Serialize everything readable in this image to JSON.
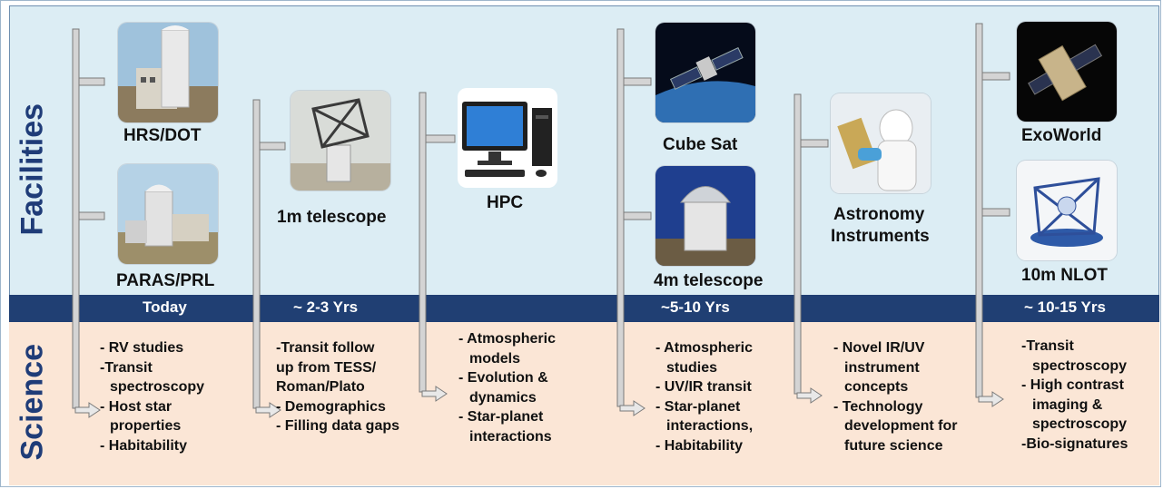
{
  "side_labels": {
    "facilities": "Facilities",
    "science": "Science"
  },
  "timeline": [
    "Today",
    "~ 2-3 Yrs",
    "~5-10 Yrs",
    "~ 10-15 Yrs"
  ],
  "facilities": {
    "hrs_dot": "HRS/DOT",
    "paras_prl": "PARAS/PRL",
    "one_m": "1m telescope",
    "hpc": "HPC",
    "cube_sat": "Cube Sat",
    "four_m": "4m telescope",
    "astro_instr": [
      "Astronomy",
      "Instruments"
    ],
    "exoworld": "ExoWorld",
    "nlot": "10m NLOT"
  },
  "science": {
    "col1": [
      "- RV studies",
      "-Transit",
      "  spectroscopy",
      "- Host star",
      "  properties",
      "- Habitability"
    ],
    "col2": [
      "-Transit  follow",
      "up from TESS/",
      "Roman/Plato",
      "- Demographics",
      "- Filling data gaps"
    ],
    "col3": [
      "- Atmospheric",
      "  models",
      "- Evolution &",
      "  dynamics",
      "- Star-planet",
      "  interactions"
    ],
    "col4": [
      "- Atmospheric",
      "  studies",
      "- UV/IR transit",
      "- Star-planet",
      "  interactions,",
      "- Habitability"
    ],
    "col5": [
      "- Novel  IR/UV",
      "  instrument",
      "  concepts",
      "- Technology",
      "  development for",
      "  future science"
    ],
    "col6": [
      "-Transit",
      "  spectroscopy",
      "- High contrast",
      "  imaging &",
      "  spectroscopy",
      "-Bio-signatures"
    ]
  },
  "colors": {
    "navy_band": "#203f73",
    "label_blue": "#1f3c78",
    "facilities_bg": "#dcedf4",
    "science_bg": "#fbe6d6",
    "rail_gray": "#8c8c8c"
  }
}
